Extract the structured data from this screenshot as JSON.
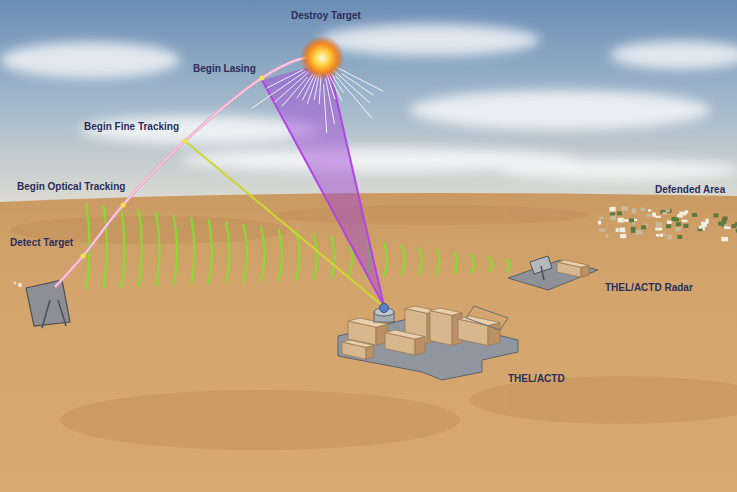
{
  "diagram": {
    "labels": [
      "Destroy Target",
      "Begin Lasing",
      "Begin Fine Tracking",
      "Begin Optical Tracking",
      "Detect Target",
      "Defended Area",
      "THEL/ACTD Radar",
      "THEL/ACTD"
    ]
  }
}
